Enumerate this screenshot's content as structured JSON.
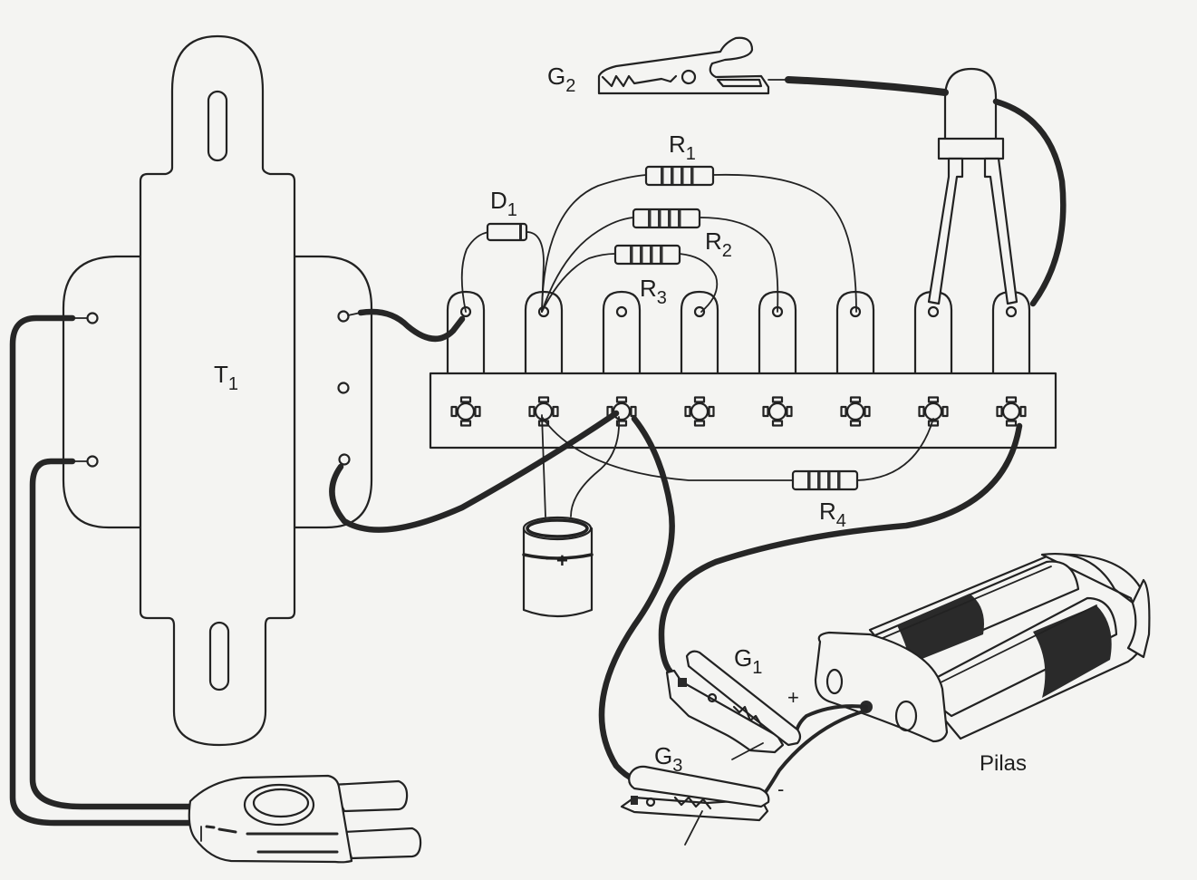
{
  "diagram": {
    "title": "Circuit assembly drawing on terminal strip",
    "components": {
      "transformer": {
        "label": "T",
        "sub": "1"
      },
      "diode": {
        "label": "D",
        "sub": "1"
      },
      "resistor_1": {
        "label": "R",
        "sub": "1"
      },
      "resistor_2": {
        "label": "R",
        "sub": "2"
      },
      "resistor_3": {
        "label": "R",
        "sub": "3"
      },
      "resistor_4": {
        "label": "R",
        "sub": "4"
      },
      "clip_1": {
        "label": "G",
        "sub": "1"
      },
      "clip_2": {
        "label": "G",
        "sub": "2"
      },
      "clip_3": {
        "label": "G",
        "sub": "3"
      },
      "battery_holder": {
        "label": "Pilas"
      },
      "capacitor": {
        "polarity_minus": "−",
        "polarity_plus": "+"
      },
      "battery_plus": "+",
      "battery_minus": "-"
    },
    "terminal_strip": {
      "lugs": 8
    },
    "colors": {
      "ink": "#222222",
      "paper": "#f4f4f2"
    }
  }
}
